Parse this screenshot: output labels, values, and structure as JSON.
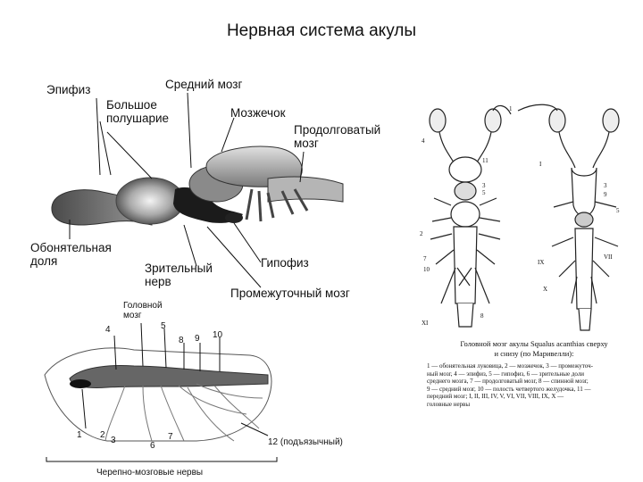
{
  "title": "Нервная система акулы",
  "main_diagram": {
    "labels": {
      "epiphysis": "Эпифиз",
      "midbrain": "Средний мозг",
      "hemisphere_line1": "Большое",
      "hemisphere_line2": "полушарие",
      "cerebellum": "Мозжечок",
      "medulla_line1": "Продолговатый",
      "medulla_line2": "мозг",
      "olfactory_line1": "Обонятельная",
      "olfactory_line2": "доля",
      "optic_line1": "Зрительный",
      "optic_line2": "нерв",
      "hypophysis": "Гипофиз",
      "diencephalon": "Промежуточный мозг"
    }
  },
  "side_diagram": {
    "brain_line1": "Головной",
    "brain_line2": "мозг",
    "numbers": [
      "1",
      "2",
      "3",
      "4",
      "5",
      "6",
      "7",
      "8",
      "9",
      "10"
    ],
    "hypoglossal": "12 (подъязычный)",
    "cranial_nerves": "Черепно-мозговые нервы"
  },
  "right_diagram": {
    "caption_line1": "Головной мозг акулы Squalus acanthias сверху",
    "caption_line2": "и снизу (по Маривелли):",
    "legend": [
      "1 — обонятельная луковица, 2 — мозжечок, 3 — промежуточ-",
      "ный мозг, 4 — эпифиз, 5 — гипофиз, 6 — зрительные доли",
      "среднего мозга, 7 — продолговатый мозг, 8 — спинной мозг,",
      "9 — средний мозг, 10 — полость четвертого желудочка, 11 —",
      "передний мозг; I, II, III, IV, V, VI, VII, VIII, IX, X —",
      "головные нервы"
    ],
    "numbers_left": [
      "4",
      "11",
      "3",
      "5",
      "2",
      "7",
      "10",
      "XI"
    ],
    "numbers_right": [
      "1",
      "I",
      "3",
      "9",
      "5",
      "VII",
      "IX",
      "X",
      "8"
    ]
  }
}
